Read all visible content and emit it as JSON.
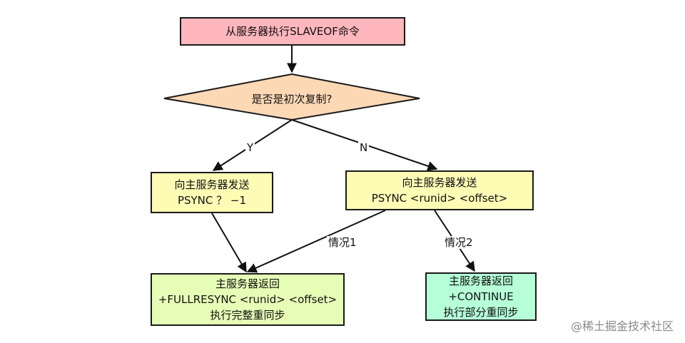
{
  "nodes": {
    "start": {
      "text": "从服务器执行SLAVEOF命令",
      "fill": "#ffb6bd"
    },
    "decision": {
      "text": "是否是初次复制?",
      "fill": "#fdd8b5"
    },
    "left": {
      "line1": "向主服务器发送",
      "line2": "PSYNC ？ −1",
      "fill": "#fefbb5"
    },
    "right": {
      "line1": "向主服务器发送",
      "line2": "PSYNC <runid> <offset>",
      "fill": "#fefbb5"
    },
    "fullresync": {
      "line1": "主服务器返回",
      "line2": "+FULLRESYNC <runid> <offset>",
      "line3": "执行完整重同步",
      "fill": "#e6fdb6"
    },
    "continue": {
      "line1": "主服务器返回",
      "line2": "+CONTINUE",
      "line3": "执行部分重同步",
      "fill": "#b5fed8"
    }
  },
  "edges": {
    "yes": "Y",
    "no": "N",
    "case1": "情况1",
    "case2": "情况2"
  },
  "watermark": "@稀土掘金技术社区"
}
